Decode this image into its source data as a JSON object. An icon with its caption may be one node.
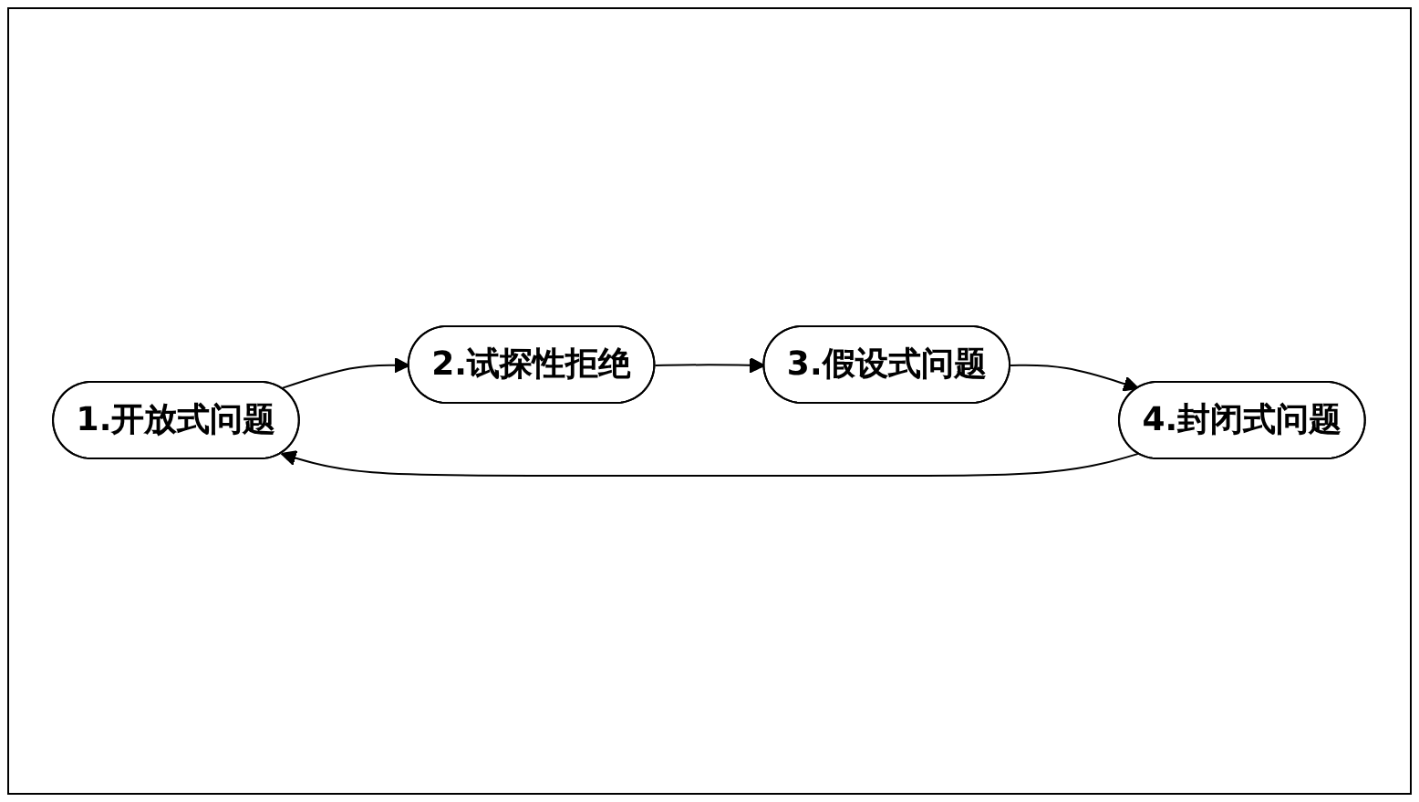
{
  "diagram": {
    "nodes": [
      {
        "text": [
          "1.开放式问题"
        ]
      },
      {
        "text": [
          "2.试探性拒绝"
        ]
      },
      {
        "text": [
          "3.假设式问题"
        ]
      },
      {
        "text": [
          "4.封闭式问题"
        ]
      }
    ],
    "edges": [
      {
        "from": 0,
        "to": 1,
        "arrow": "to"
      },
      {
        "from": 1,
        "to": 2,
        "arrow": "to"
      },
      {
        "from": 2,
        "to": 3,
        "arrow": "to"
      },
      {
        "from": 3,
        "to": 0,
        "arrow": "to"
      }
    ]
  }
}
